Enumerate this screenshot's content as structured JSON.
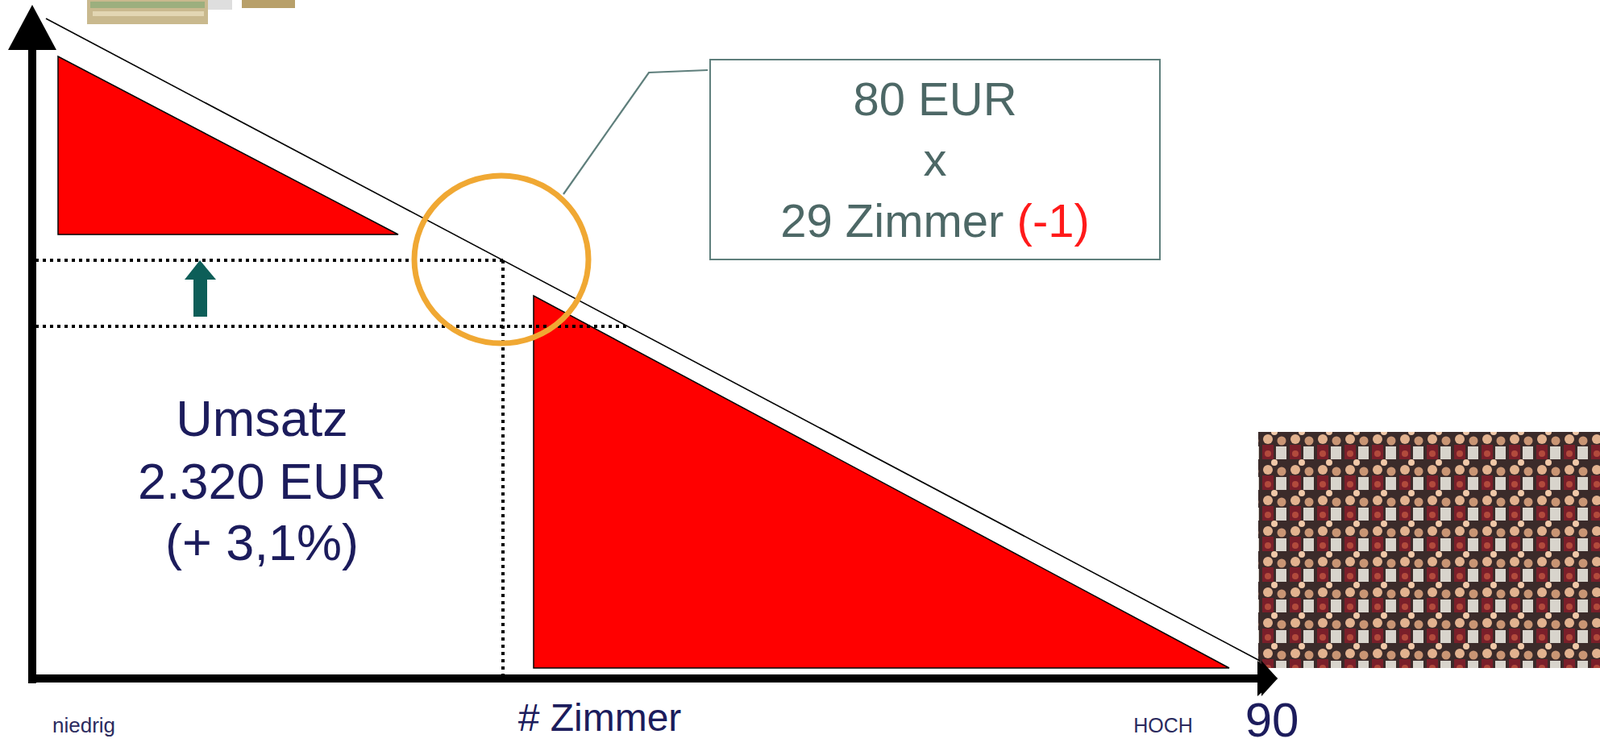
{
  "diagram": {
    "nodes": [
      {
        "text": [
          "80 EUR",
          "x",
          "29 Zimmer",
          "(-1)"
        ]
      }
    ],
    "labels": [
      "Umsatz",
      "2.320 EUR",
      "(+ 3,1%)",
      "niedrig",
      "# Zimmer",
      "HOCH",
      "90"
    ]
  }
}
